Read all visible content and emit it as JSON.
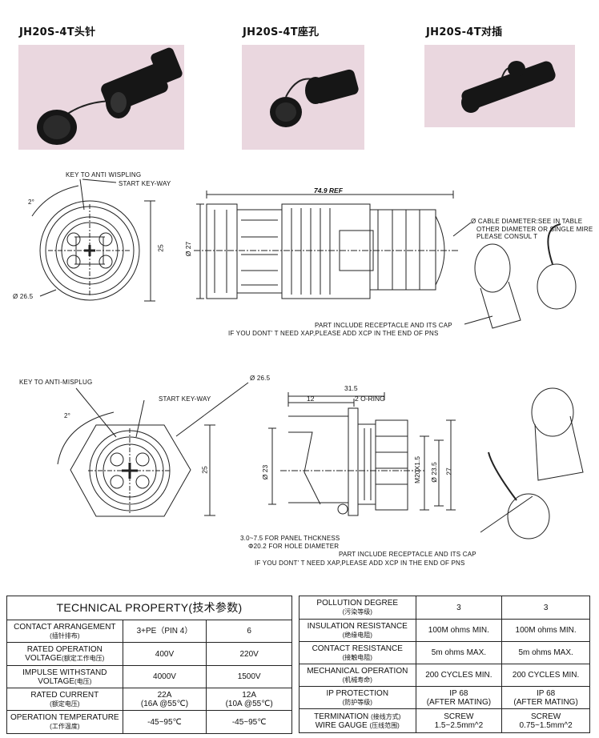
{
  "photos": [
    {
      "title": "JH20S-4T头针"
    },
    {
      "title": "JH20S-4T座孔"
    },
    {
      "title": "JH20S-4T对插"
    }
  ],
  "drawing1": {
    "key_anti": "KEY TO ANTI WISPLING",
    "start_key": "START KEY-WAY",
    "angle": "2°",
    "height": "25",
    "dia": "Ø 26.5",
    "ref": "74.9 REF",
    "dia27": "Ø 27",
    "cable_note": [
      "Ø CABLE DIAMETER:SEE IN TABLE",
      "OTHER DIAMETER OR SINGLE MIRE",
      "PLEASE CONSUL T"
    ],
    "part_note": [
      "PART INCLUDE RECEPTACLE AND ITS CAP",
      "IF YOU DONT' T NEED XAP,PLEASE ADD XCP IN THE END OF PNS"
    ]
  },
  "drawing2": {
    "key_anti": "KEY TO ANTI-MISPLUG",
    "start_key": "START KEY-WAY",
    "angle": "2°",
    "dia": "Ø 26.5",
    "height": "25",
    "len": "31.5",
    "len12": "12",
    "oring": "2 O-RING",
    "dia23": "Ø 23",
    "m20": "M20X1.5",
    "dia235": "Ø 23.5",
    "h27": "27",
    "panel": "3.0~7.5 FOR PANEL THCKNESS",
    "hole": "Φ20.2 FOR HOLE DIAMETER",
    "part_note": [
      "PART INCLUDE RECEPTACLE AND ITS CAP",
      "IF YOU DONT' T NEED XAP,PLEASE ADD XCP IN THE END OF PNS"
    ]
  },
  "table_left": {
    "title": "TECHNICAL PROPERTY(技术参数)",
    "rows": [
      {
        "label": "CONTACT ARRANGEMENT",
        "cn": "(插针排布)",
        "a": "3+PE（PIN 4）",
        "b": "6"
      },
      {
        "label": "RATED OPERATION",
        "label2": "VOLTAGE",
        "cn": "(额定工作电压)",
        "a": "400V",
        "b": "220V"
      },
      {
        "label": "IMPULSE WITHSTAND",
        "label2": "VOLTAGE",
        "cn": "(电压)",
        "a": "4000V",
        "b": "1500V"
      },
      {
        "label": "RATED CURRENT",
        "cn": "(额定电压)",
        "a": "22A",
        "a2": "(16A @55℃)",
        "b": "12A",
        "b2": "(10A @55℃)"
      },
      {
        "label": "OPERATION TEMPERATURE",
        "cn": "(工作温度)",
        "a": "-45~95℃",
        "b": "-45~95℃"
      }
    ]
  },
  "table_right": {
    "rows": [
      {
        "label": "POLLUTION DEGREE",
        "cn": "(污染等级)",
        "a": "3",
        "b": "3"
      },
      {
        "label": "INSULATION RESISTANCE",
        "cn": "(绝缘电阻)",
        "a": "100M ohms MIN.",
        "b": "100M ohms MIN."
      },
      {
        "label": "CONTACT RESISTANCE",
        "cn": "(接触电阻)",
        "a": "5m ohms MAX.",
        "b": "5m ohms MAX."
      },
      {
        "label": "MECHANICAL OPERATION",
        "cn": "(机械寿命)",
        "a": "200 CYCLES MIN.",
        "b": "200 CYCLES MIN."
      },
      {
        "label": "IP PROTECTION",
        "cn": "(防护等级)",
        "a": "IP 68",
        "a2": "(AFTER MATING)",
        "b": "IP 68",
        "b2": "(AFTER MATING)"
      },
      {
        "label": "TERMINATION",
        "cn": "(接线方式)",
        "label2": "WIRE GAUGE",
        "cn2": "(压线范围)",
        "a": "SCREW",
        "a2": "1.5~2.5mm^2",
        "b": "SCREW",
        "b2": "0.75~1.5mm^2"
      }
    ]
  }
}
